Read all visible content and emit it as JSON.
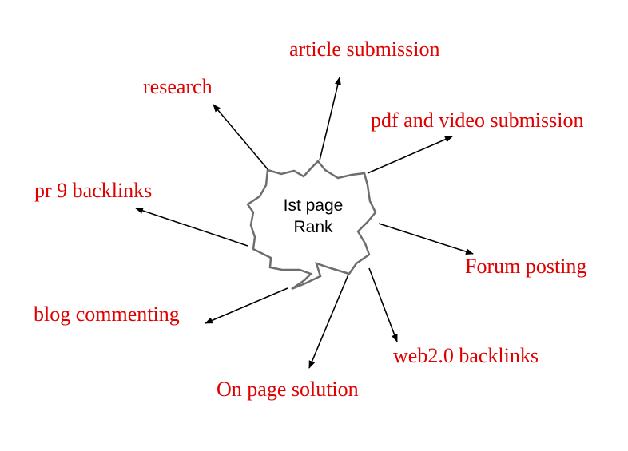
{
  "center": {
    "line1": "Ist page",
    "line2": "Rank"
  },
  "nodes": [
    {
      "id": "article-submission",
      "label": "article submission"
    },
    {
      "id": "research",
      "label": "research"
    },
    {
      "id": "pdf-video-submission",
      "label": "pdf and video submission"
    },
    {
      "id": "pr9-backlinks",
      "label": "pr 9 backlinks"
    },
    {
      "id": "forum-posting",
      "label": "Forum posting"
    },
    {
      "id": "blog-commenting",
      "label": "blog commenting"
    },
    {
      "id": "web20-backlinks",
      "label": "web2.0 backlinks"
    },
    {
      "id": "on-page-solution",
      "label": "On page solution"
    }
  ],
  "colors": {
    "label": "#e00000",
    "arrow": "#000000",
    "burst_stroke": "#6e6e6e",
    "center_text": "#000000"
  }
}
